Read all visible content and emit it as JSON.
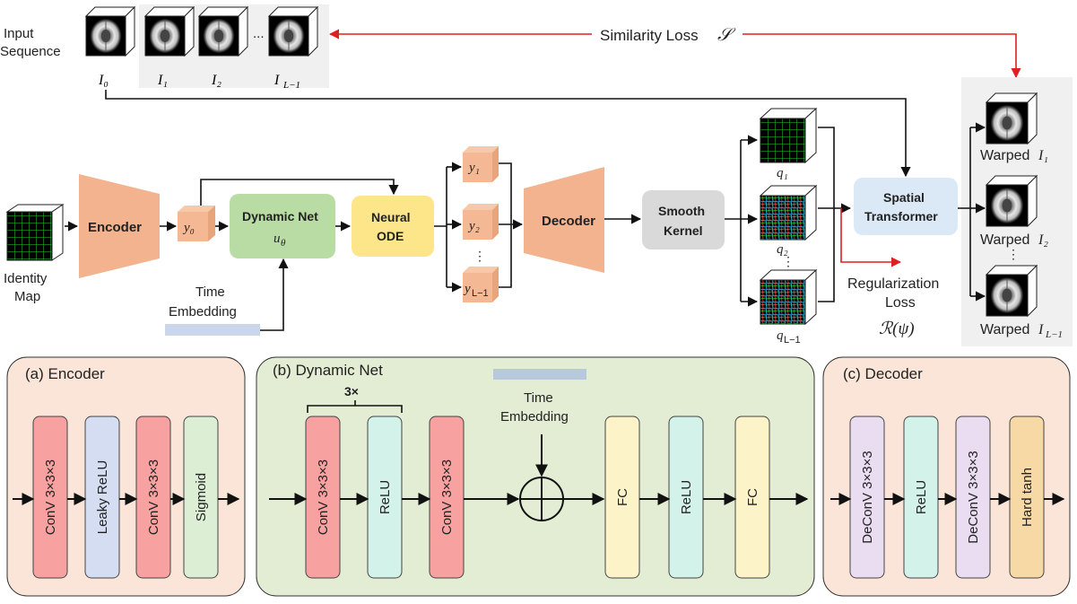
{
  "top": {
    "input_label_line1": "Input",
    "input_label_line2": "Sequence",
    "img_labels": [
      "I₀",
      "I₁",
      "I₂",
      "I",
      "L−1"
    ],
    "ellipsis": "...",
    "similarity_loss": "Similarity Loss",
    "similarity_symbol": "𝒮"
  },
  "pipeline": {
    "identity_line1": "Identity",
    "identity_line2": "Map",
    "encoder": "Encoder",
    "y0": "y₀",
    "dynamic_net": "Dynamic Net",
    "u_theta": "u",
    "theta": "θ",
    "neural_line1": "Neural",
    "neural_line2": "ODE",
    "time_line1": "Time",
    "time_line2": "Embedding",
    "y1": "y₁",
    "y2": "y₂",
    "vdots": "⋮",
    "yL": "y",
    "yL_sub": "L−1",
    "decoder": "Decoder",
    "smooth_line1": "Smooth",
    "smooth_line2": "Kernel",
    "q1": "q₁",
    "q2": "q₂",
    "qL": "q",
    "qL_sub": "L−1",
    "spatial_line1": "Spatial",
    "spatial_line2": "Transformer",
    "reg_line1": "Regularization",
    "reg_line2": "Loss",
    "reg_symbol": "ℛ(ψ)",
    "warped": "Warped",
    "warped_I1": "I₁",
    "warped_I2": "I₂",
    "warped_IL": "I",
    "warped_IL_sub": "L−1"
  },
  "panels": {
    "encoder": {
      "title": "(a) Encoder",
      "blocks": [
        "ConV  3×3×3",
        "Leaky ReLU",
        "ConV  3×3×3",
        "Sigmoid"
      ]
    },
    "dynamic": {
      "title": "(b) Dynamic Net",
      "repeat": "3×",
      "time_line1": "Time",
      "time_line2": "Embedding",
      "blocks": [
        "ConV  3×3×3",
        "ReLU",
        "ConV  3×3×3",
        "FC",
        "ReLU",
        "FC"
      ]
    },
    "decoder": {
      "title": "(c) Decoder",
      "blocks": [
        "DeConV  3×3×3",
        "ReLU",
        "DeConV  3×3×3",
        "Hard tanh"
      ]
    }
  },
  "colors": {
    "encoder_orange": "#f2b38e",
    "dynamic_green": "#b9dba4",
    "ode_yellow": "#fde68a",
    "kernel_gray": "#d9d9d9",
    "transformer_blue": "#dbe9f7",
    "loss_red": "#e02020",
    "conv_red": "#f7a1a1",
    "relu_cyan": "#d3f2ea",
    "leaky_blue": "#d4ddf2",
    "sigmoid_green": "#dcefd5",
    "fc_yellow": "#fdf3c9",
    "deconv_purple": "#eadcf1",
    "tanh_orange": "#f7d9a6",
    "panel_a_bg": "#fae5d8",
    "panel_b_bg": "#e2edd4",
    "panel_c_bg": "#fae5d8"
  }
}
